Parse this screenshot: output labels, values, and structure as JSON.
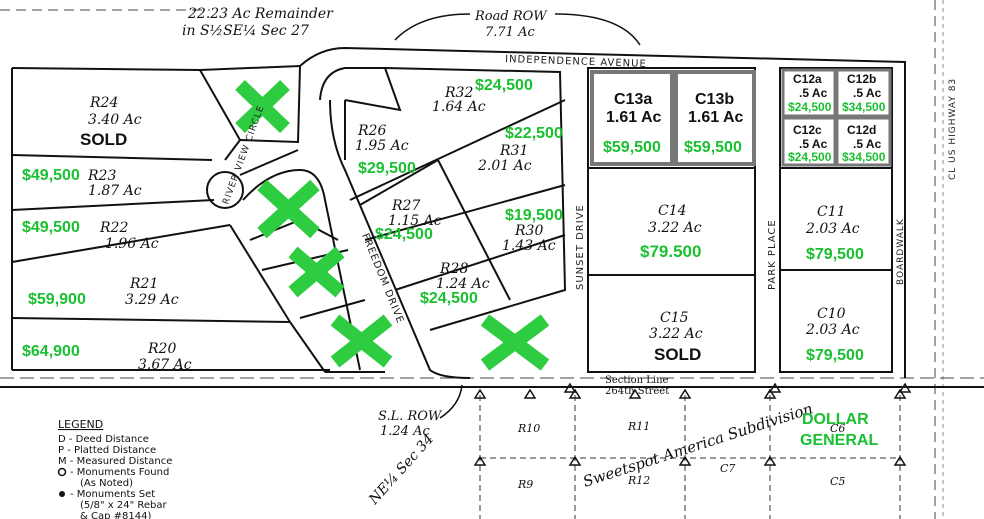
{
  "top_notes": {
    "remainder_line1": "22.23 Ac Remainder",
    "remainder_line2": "in S½SE¼ Sec 27",
    "road_row_line1": "Road ROW",
    "road_row_line2": "7.71 Ac"
  },
  "roads": {
    "independence": "INDEPENDENCE AVENUE",
    "river_view": "RIVER VIEW CIRCLE",
    "freedom": "FREEDOM DRIVE",
    "sunset": "SUNSET DRIVE",
    "park_place": "PARK PLACE",
    "boardwalk": "BOARDWALK",
    "highway": "CL US HIGHWAY 83",
    "section_line1": "Section Line",
    "section_line2": "264th Street"
  },
  "lots": {
    "r24": {
      "name": "R24",
      "acres": "3.40 Ac",
      "status": "SOLD"
    },
    "r23": {
      "name": "R23",
      "acres": "1.87 Ac",
      "price": "$49,500"
    },
    "r22": {
      "name": "R22",
      "acres": "1.96 Ac",
      "price": "$49,500"
    },
    "r21": {
      "name": "R21",
      "acres": "3.29 Ac",
      "price": "$59,900"
    },
    "r20": {
      "name": "R20",
      "acres": "3.67 Ac",
      "price": "$64,900"
    },
    "r32": {
      "name": "R32",
      "acres": "1.64 Ac",
      "price": "$24,500"
    },
    "r26": {
      "name": "R26",
      "acres": "1.95 Ac",
      "price": "$29,500"
    },
    "r31": {
      "name": "R31",
      "acres": "2.01 Ac",
      "price": "$22,500"
    },
    "r27": {
      "name": "R27",
      "acres": "1.15 Ac",
      "price": "$24,500"
    },
    "r30": {
      "name": "R30",
      "acres": "1.43 Ac",
      "price": "$19,500"
    },
    "r28": {
      "name": "R28",
      "acres": "1.24 Ac",
      "price": "$24,500"
    },
    "c13a": {
      "name": "C13a",
      "acres": "1.61 Ac",
      "price": "$59,500"
    },
    "c13b": {
      "name": "C13b",
      "acres": "1.61 Ac",
      "price": "$59,500"
    },
    "c12a": {
      "name": "C12a",
      "acres": ".5 Ac",
      "price": "$24,500"
    },
    "c12b": {
      "name": "C12b",
      "acres": ".5 Ac",
      "price": "$34,500"
    },
    "c12c": {
      "name": "C12c",
      "acres": ".5 Ac",
      "price": "$24,500"
    },
    "c12d": {
      "name": "C12d",
      "acres": ".5 Ac",
      "price": "$34,500"
    },
    "c14": {
      "name": "C14",
      "acres": "3.22 Ac",
      "price": "$79.500"
    },
    "c15": {
      "name": "C15",
      "acres": "3.22 Ac",
      "status": "SOLD"
    },
    "c11": {
      "name": "C11",
      "acres": "2.03 Ac",
      "price": "$79,500"
    },
    "c10": {
      "name": "C10",
      "acres": "2.03 Ac",
      "price": "$79,500"
    }
  },
  "south": {
    "sl_row_line1": "S.L. ROW",
    "sl_row_line2": "1.24 Ac",
    "ne_sec": "NE¼ Sec 34",
    "subdivision": "Sweetspot America Subdivision",
    "lots": [
      "R10",
      "R11",
      "C6",
      "R9",
      "R12",
      "C7",
      "C5"
    ],
    "dollar_general_line1": "DOLLAR",
    "dollar_general_line2": "GENERAL"
  },
  "legend": {
    "title": "LEGEND",
    "items": [
      "D  - Deed Distance",
      "P  - Platted Distance",
      "M  - Measured Distance",
      "- Monuments Found",
      "(As Noted)",
      "- Monuments Set",
      "(5/8\" x 24\" Rebar",
      "& Cap #8144)"
    ]
  },
  "colors": {
    "price_green": "#19c030",
    "sold_mark_green": "#2ecc40",
    "line": "#111111"
  }
}
